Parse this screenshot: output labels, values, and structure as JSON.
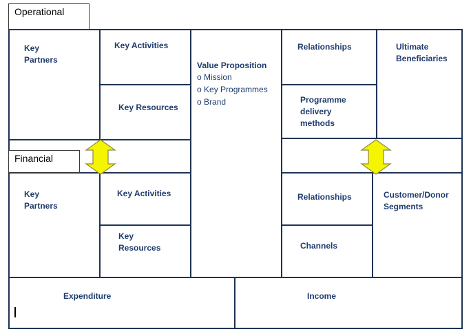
{
  "sections": {
    "operational": "Operational",
    "financial": "Financial"
  },
  "operational": {
    "key_partners": [
      "Key",
      "Partners"
    ],
    "key_activities": "Key Activities",
    "key_resources": "Key Resources",
    "value_proposition": {
      "title": "Value Proposition",
      "items": [
        "Mission",
        "Key Programmes",
        "Brand"
      ]
    },
    "relationships": "Relationships",
    "programme_delivery": [
      "Programme",
      "delivery",
      "methods"
    ],
    "ultimate_beneficiaries": [
      "Ultimate",
      "Beneficiaries"
    ]
  },
  "financial": {
    "key_partners": [
      "Key",
      "Partners"
    ],
    "key_activities": "Key Activities",
    "key_resources": [
      "Key",
      "Resources"
    ],
    "relationships": "Relationships",
    "channels": "Channels",
    "customer_donor_segments": [
      "Customer/Donor",
      "Segments"
    ],
    "expenditure": "Expenditure",
    "income": "Income"
  },
  "colors": {
    "border": "#1f3354",
    "text": "#1f3c6e",
    "arrow_fill": "#f5f500",
    "arrow_stroke": "#8a8a3a"
  },
  "icons": {
    "link_arrow": "double-headed-vertical-arrow"
  }
}
